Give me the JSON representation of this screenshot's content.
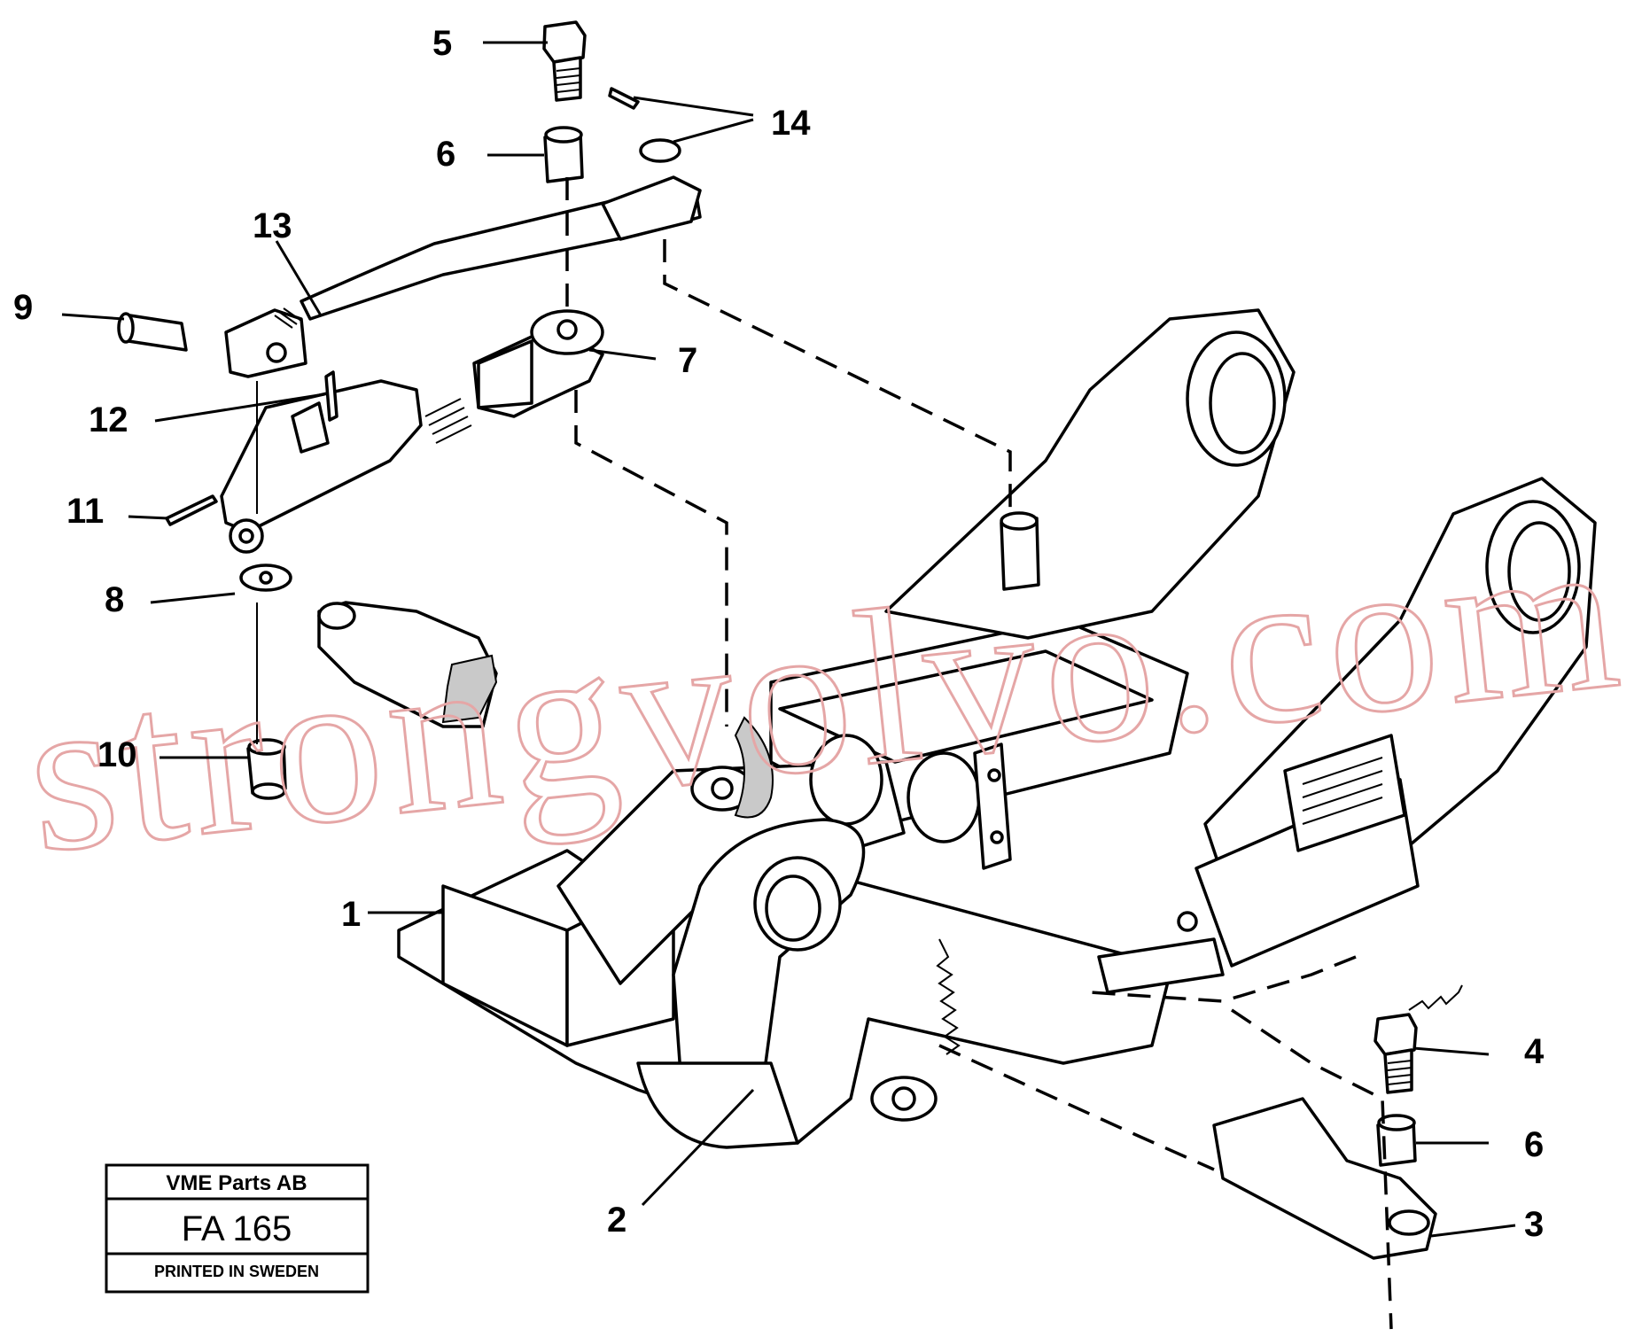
{
  "callouts": [
    {
      "id": "5",
      "text": "5"
    },
    {
      "id": "6a",
      "text": "6"
    },
    {
      "id": "14",
      "text": "14"
    },
    {
      "id": "13",
      "text": "13"
    },
    {
      "id": "9",
      "text": "9"
    },
    {
      "id": "7",
      "text": "7"
    },
    {
      "id": "12",
      "text": "12"
    },
    {
      "id": "11",
      "text": "11"
    },
    {
      "id": "8",
      "text": "8"
    },
    {
      "id": "10",
      "text": "10"
    },
    {
      "id": "1",
      "text": "1"
    },
    {
      "id": "2",
      "text": "2"
    },
    {
      "id": "4",
      "text": "4"
    },
    {
      "id": "6b",
      "text": "6"
    },
    {
      "id": "3",
      "text": "3"
    }
  ],
  "title_block": {
    "company": "VME Parts AB",
    "figure": "FA 165",
    "printed": "PRINTED IN SWEDEN"
  },
  "watermark": "strongvolvo.com",
  "colors": {
    "ink": "#000000",
    "watermark": "#e5a6a6",
    "paper": "#ffffff"
  }
}
